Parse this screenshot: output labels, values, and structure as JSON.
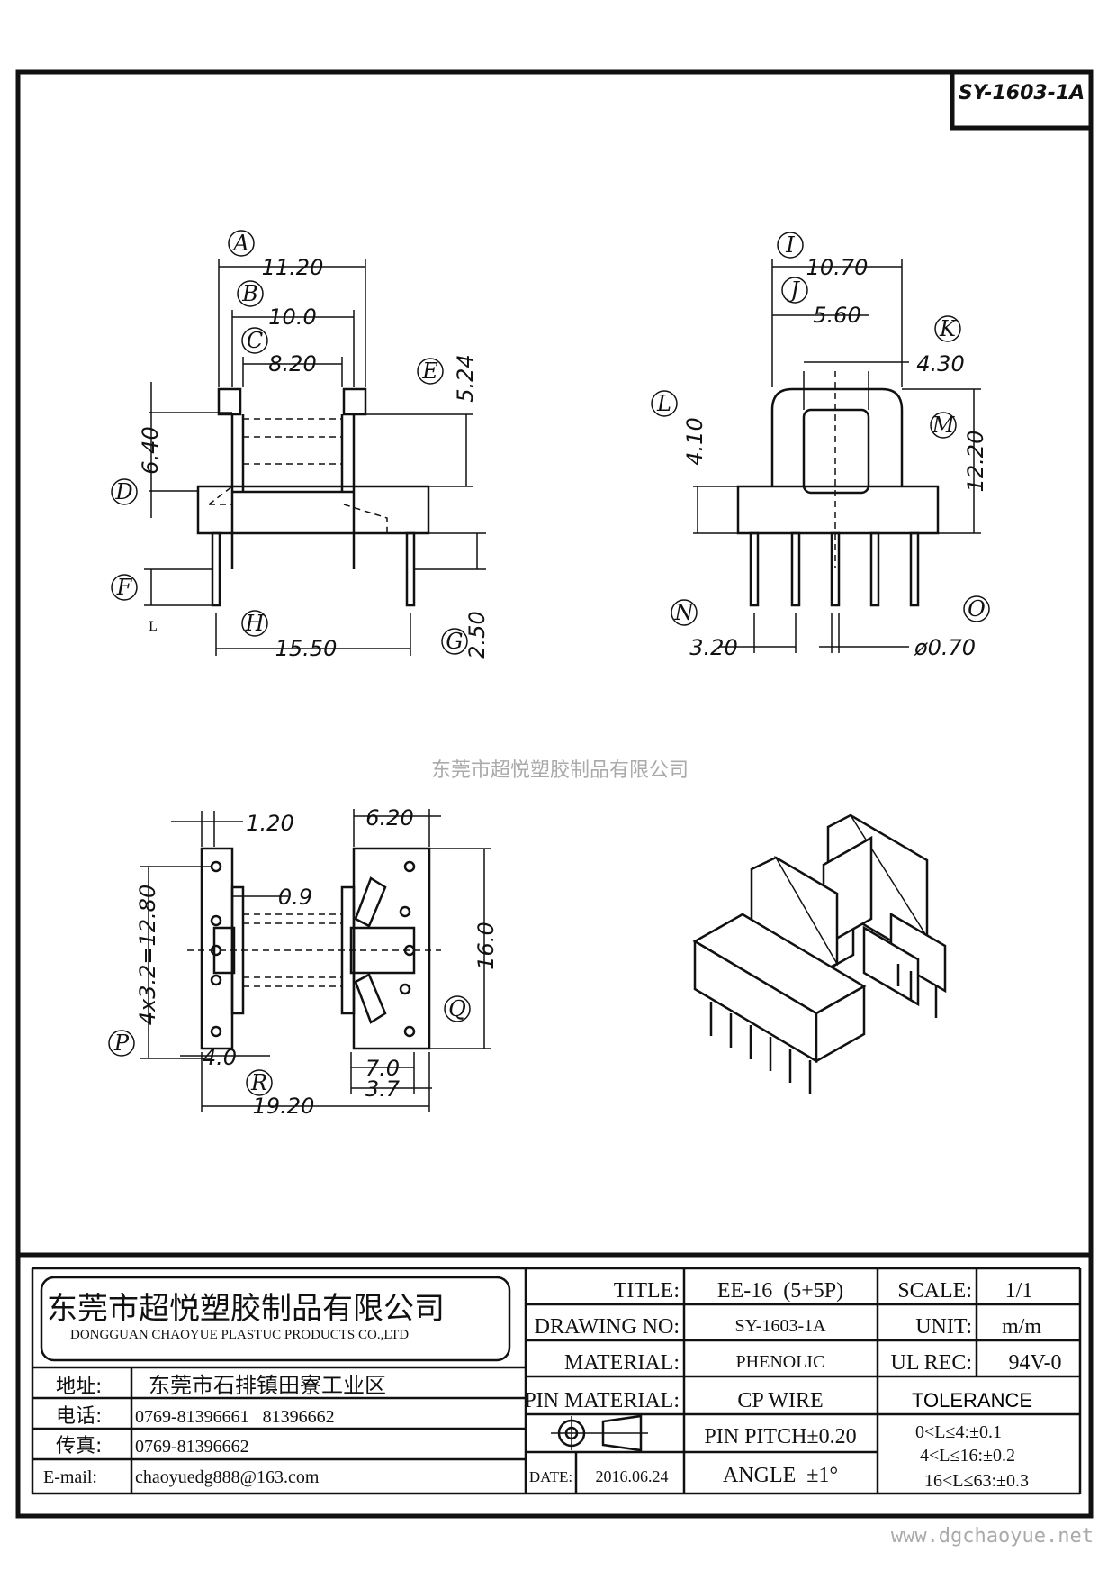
{
  "drawing_code": "SY-1603-1A",
  "watermark_center": "东莞市超悦塑胶制品有限公司",
  "watermark_url": "www.dgchaoyue.net",
  "front_view": {
    "labels": [
      "A",
      "B",
      "C",
      "D",
      "E",
      "F",
      "G",
      "H",
      "L"
    ],
    "dims": {
      "a": "11.20",
      "b": "10.0",
      "c": "8.20",
      "d": "6.40",
      "e": "5.24",
      "g": "2.50",
      "h": "15.50"
    }
  },
  "side_view": {
    "labels": [
      "I",
      "J",
      "K",
      "L",
      "M",
      "N",
      "O"
    ],
    "dims": {
      "i": "10.70",
      "j": "5.60",
      "k": "4.30",
      "l": "4.10",
      "m": "12.20",
      "n": "3.20",
      "o": "ø0.70"
    }
  },
  "top_view": {
    "labels": [
      "P",
      "Q",
      "R"
    ],
    "dims": {
      "t1": "1.20",
      "t2": "6.20",
      "t3": "0.9",
      "t4": "16.0",
      "t5": "4x3.2=12.80",
      "t6": "4.0",
      "t7": "7.0",
      "t8": "3.7",
      "t9": "19.20"
    }
  },
  "title_block": {
    "company_cn": "东莞市超悦塑胶制品有限公司",
    "company_en": "DONGGUAN CHAOYUE PLASTUC PRODUCTS CO.,LTD",
    "address_label": "地址:",
    "address": "东莞市石排镇田寮工业区",
    "phone_label": "电话:",
    "phone": "0769-81396661   81396662",
    "fax_label": "传真:",
    "fax": "0769-81396662",
    "email_label": "E-mail:",
    "email": "chaoyuedg888@163.com",
    "title_label": "TITLE:",
    "title": "EE-16  (5+5P)",
    "scale_label": "SCALE:",
    "scale": "1/1",
    "drawing_no_label": "DRAWING NO:",
    "drawing_no": "SY-1603-1A",
    "unit_label": "UNIT:",
    "unit": "m/m",
    "material_label": "MATERIAL:",
    "material": "PHENOLIC",
    "ul_label": "UL REC:",
    "ul": "94V-0",
    "pin_material_label": "PIN MATERIAL:",
    "pin_material": "CP WIRE",
    "tolerance_label": "TOLERANCE",
    "pin_pitch": "PIN PITCH±0.20",
    "angle": "ANGLE  ±1°",
    "tol1": "0<L≤4:±0.1",
    "tol2": "4<L≤16:±0.2",
    "tol3": "16<L≤63:±0.3",
    "date_label": "DATE:",
    "date": "2016.06.24"
  }
}
